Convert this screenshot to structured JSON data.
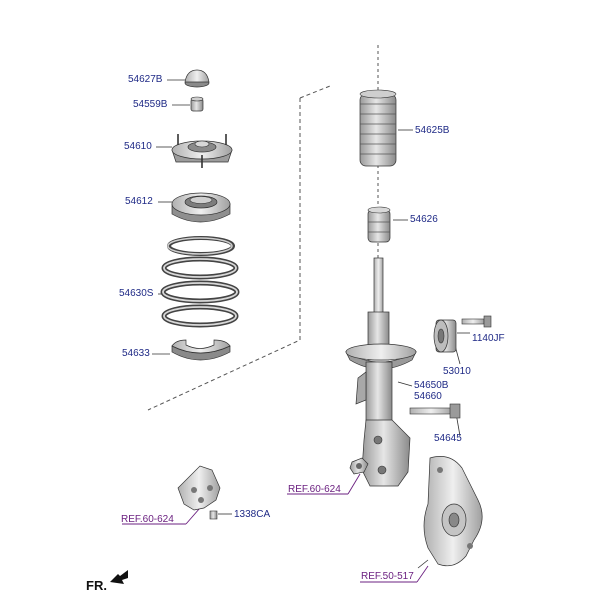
{
  "labels": {
    "p54627B": "54627B",
    "p54559B": "54559B",
    "p54610": "54610",
    "p54612": "54612",
    "p54630S": "54630S",
    "p54633": "54633",
    "p54625B": "54625B",
    "p54626": "54626",
    "p1140JF": "1140JF",
    "p53010": "53010",
    "p54650B": "54650B",
    "p54660": "54660",
    "p54645": "54645",
    "p1338CA": "1338CA"
  },
  "refs": {
    "r60a": "REF.60-624",
    "r60b": "REF.60-624",
    "r50": "REF.50-517"
  },
  "direction": "FR.",
  "colors": {
    "label": "#1f2a86",
    "ref": "#6b2080",
    "line": "#333333"
  }
}
